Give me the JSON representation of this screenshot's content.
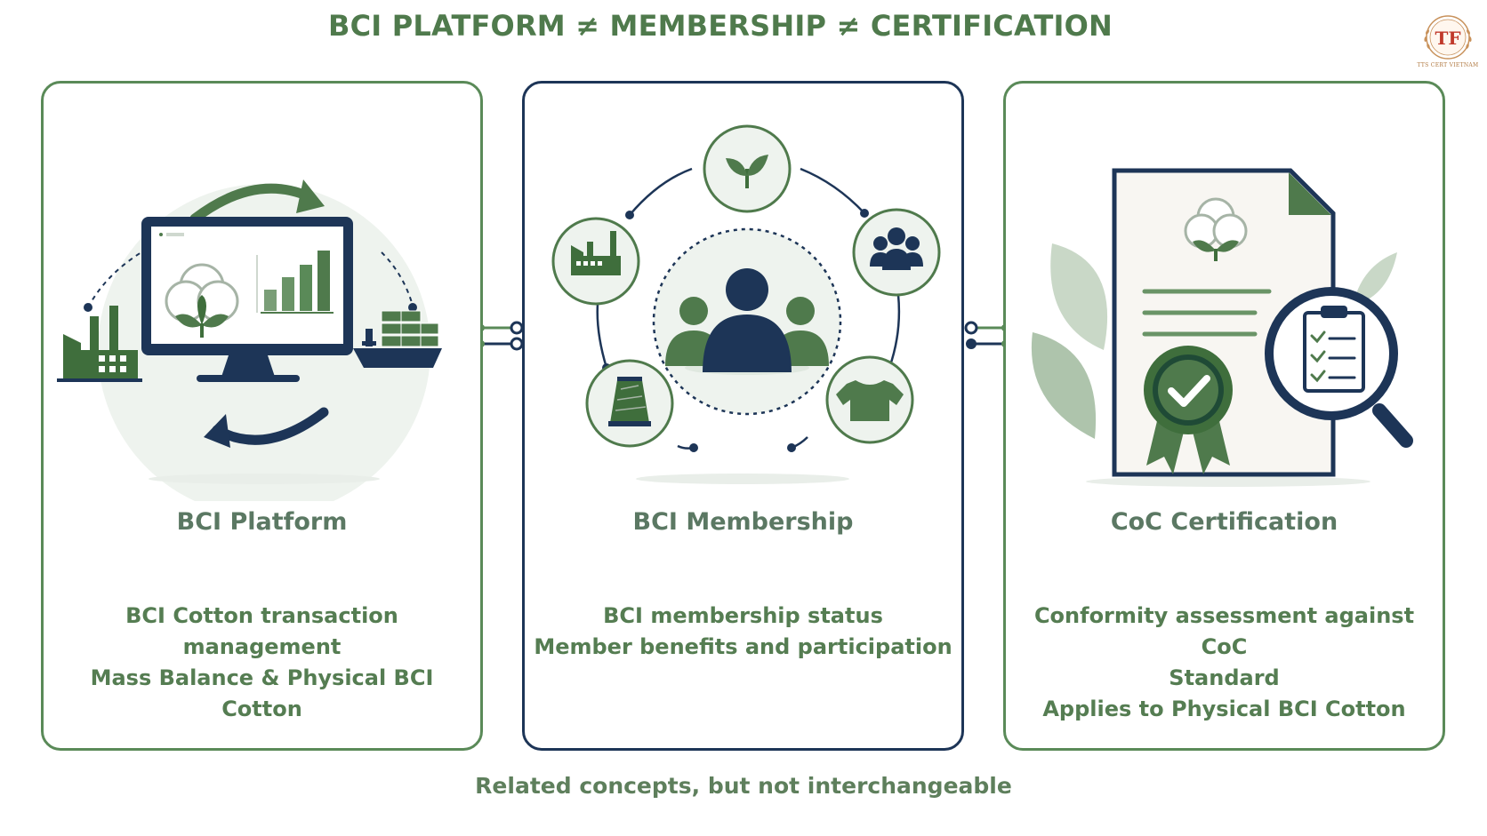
{
  "title": "BCI PLATFORM ≠ MEMBERSHIP ≠ CERTIFICATION",
  "logo": {
    "icon": "tf-monogram-laurel-logo",
    "text": "TTS CERT VIETNAM"
  },
  "colors": {
    "green": "#4f7a4c",
    "navy": "#1d3557",
    "light_green": "#eef3ee"
  },
  "cards": [
    {
      "title": "BCI Platform",
      "lines": [
        "BCI Cotton transaction management",
        "Mass Balance & Physical BCI Cotton"
      ],
      "icons": [
        "factory-icon",
        "computer-monitor-icon",
        "cotton-boll-icon",
        "bar-chart-icon",
        "cargo-ship-icon",
        "cycle-arrows-icon"
      ]
    },
    {
      "title": "BCI Membership",
      "lines": [
        "BCI membership status",
        "Member benefits and participation"
      ],
      "icons": [
        "group-people-icon",
        "sprout-icon",
        "factory-icon",
        "team-icon",
        "yarn-spool-icon",
        "t-shirt-icon"
      ]
    },
    {
      "title": "CoC Certification",
      "lines": [
        "Conformity assessment against CoC",
        "Standard",
        "Applies to Physical BCI Cotton"
      ],
      "icons": [
        "certificate-document-icon",
        "cotton-boll-icon",
        "award-badge-icon",
        "magnifier-checklist-icon",
        "leaf-icon"
      ]
    }
  ],
  "footer": "Related concepts, but not interchangeable"
}
